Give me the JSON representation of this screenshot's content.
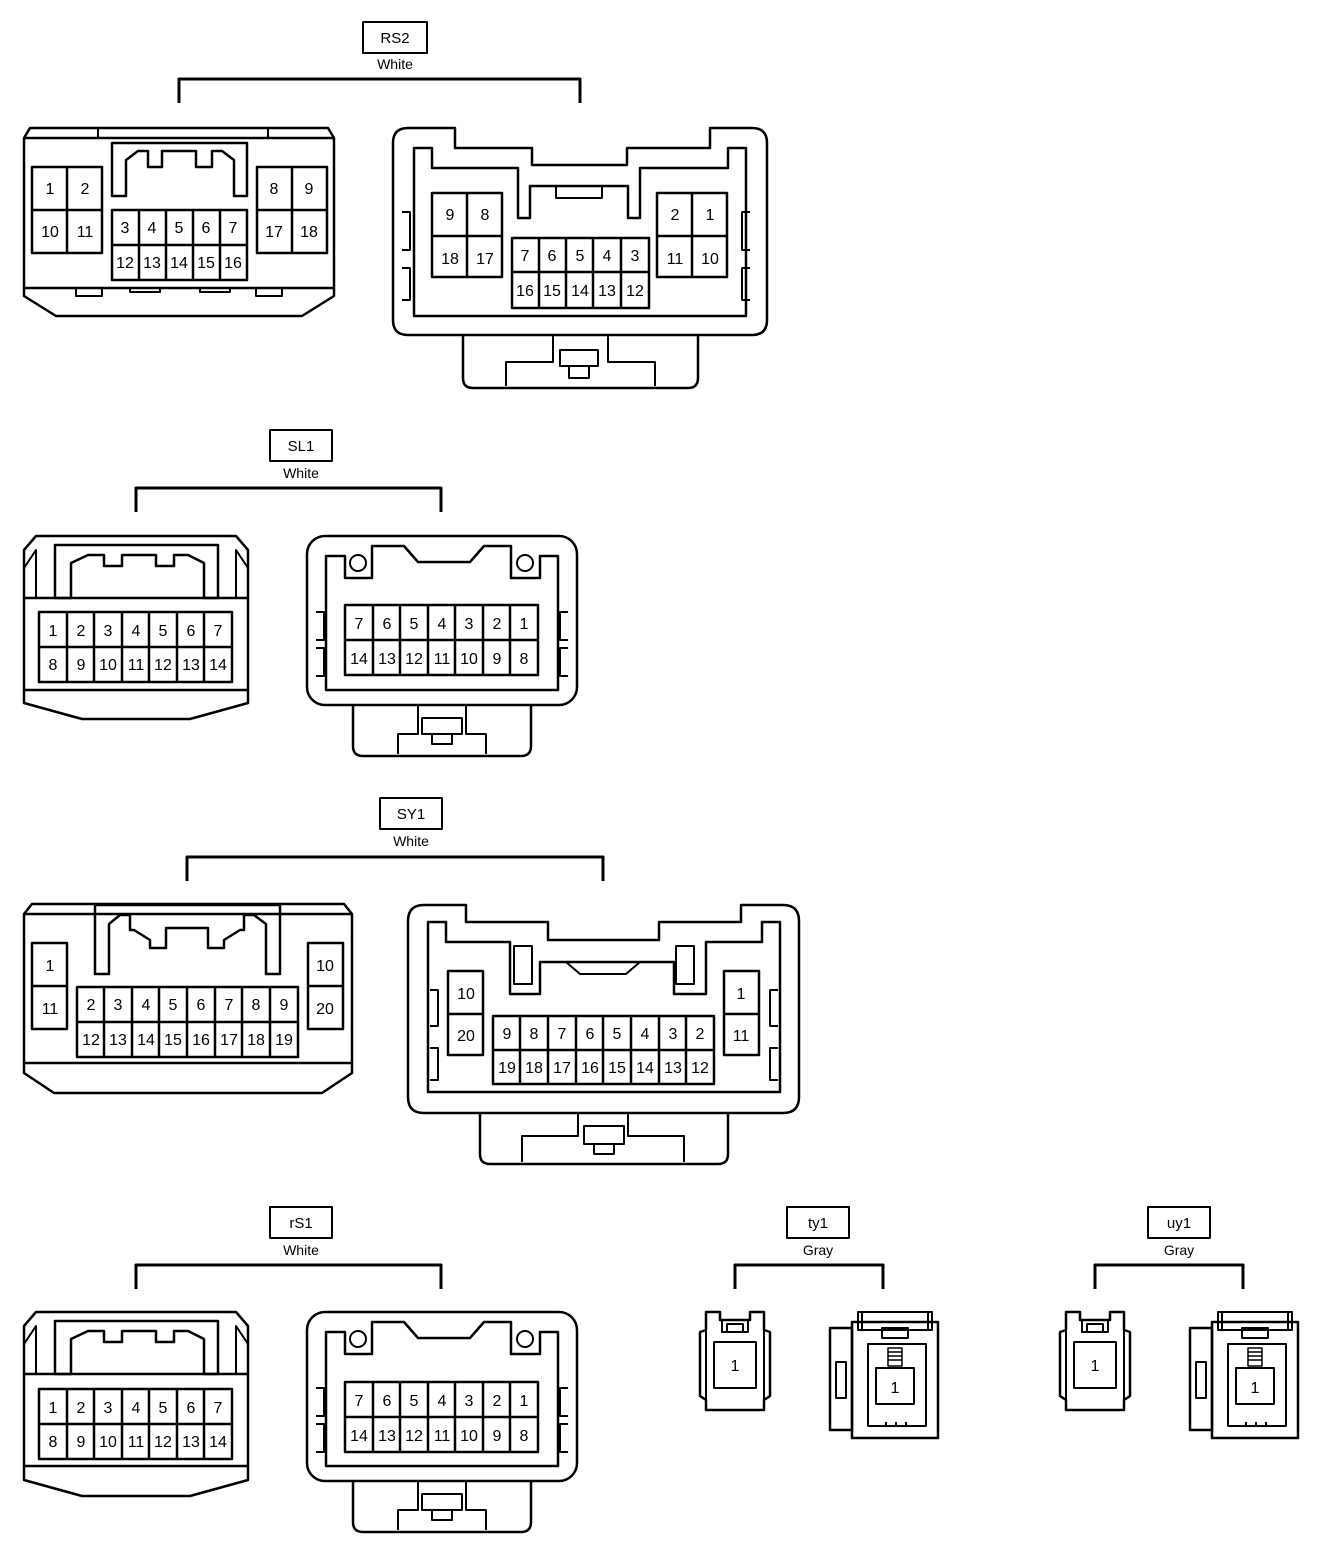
{
  "connectors": [
    {
      "id": "RS2",
      "color": "White",
      "left": {
        "rows": {
          "a": [
            "1",
            "2"
          ],
          "b": [
            "10",
            "11"
          ],
          "c": [
            "3",
            "4",
            "5",
            "6",
            "7"
          ],
          "d": [
            "12",
            "13",
            "14",
            "15",
            "16"
          ],
          "e": [
            "8",
            "9"
          ],
          "f": [
            "17",
            "18"
          ]
        }
      },
      "right": {
        "rows": {
          "a": [
            "9",
            "8"
          ],
          "b": [
            "18",
            "17"
          ],
          "c": [
            "7",
            "6",
            "5",
            "4",
            "3"
          ],
          "d": [
            "16",
            "15",
            "14",
            "13",
            "12"
          ],
          "e": [
            "2",
            "1"
          ],
          "f": [
            "11",
            "10"
          ]
        }
      }
    },
    {
      "id": "SL1",
      "color": "White",
      "left": {
        "rows": {
          "top": [
            "1",
            "2",
            "3",
            "4",
            "5",
            "6",
            "7"
          ],
          "bottom": [
            "8",
            "9",
            "10",
            "11",
            "12",
            "13",
            "14"
          ]
        }
      },
      "right": {
        "rows": {
          "top": [
            "7",
            "6",
            "5",
            "4",
            "3",
            "2",
            "1"
          ],
          "bottom": [
            "14",
            "13",
            "12",
            "11",
            "10",
            "9",
            "8"
          ]
        }
      }
    },
    {
      "id": "SY1",
      "color": "White",
      "left": {
        "rows": {
          "s1": [
            "1",
            "11"
          ],
          "top": [
            "2",
            "3",
            "4",
            "5",
            "6",
            "7",
            "8",
            "9"
          ],
          "bottom": [
            "12",
            "13",
            "14",
            "15",
            "16",
            "17",
            "18",
            "19"
          ],
          "s2": [
            "10",
            "20"
          ]
        }
      },
      "right": {
        "rows": {
          "s1": [
            "10",
            "20"
          ],
          "top": [
            "9",
            "8",
            "7",
            "6",
            "5",
            "4",
            "3",
            "2"
          ],
          "bottom": [
            "19",
            "18",
            "17",
            "16",
            "15",
            "14",
            "13",
            "12"
          ],
          "s2": [
            "1",
            "11"
          ]
        }
      }
    },
    {
      "id": "rS1",
      "color": "White",
      "left": {
        "rows": {
          "top": [
            "1",
            "2",
            "3",
            "4",
            "5",
            "6",
            "7"
          ],
          "bottom": [
            "8",
            "9",
            "10",
            "11",
            "12",
            "13",
            "14"
          ]
        }
      },
      "right": {
        "rows": {
          "top": [
            "7",
            "6",
            "5",
            "4",
            "3",
            "2",
            "1"
          ],
          "bottom": [
            "14",
            "13",
            "12",
            "11",
            "10",
            "9",
            "8"
          ]
        }
      }
    },
    {
      "id": "ty1",
      "color": "Gray",
      "left": {
        "pin": "1"
      },
      "right": {
        "pin": "1"
      }
    },
    {
      "id": "uy1",
      "color": "Gray",
      "left": {
        "pin": "1"
      },
      "right": {
        "pin": "1"
      }
    }
  ]
}
